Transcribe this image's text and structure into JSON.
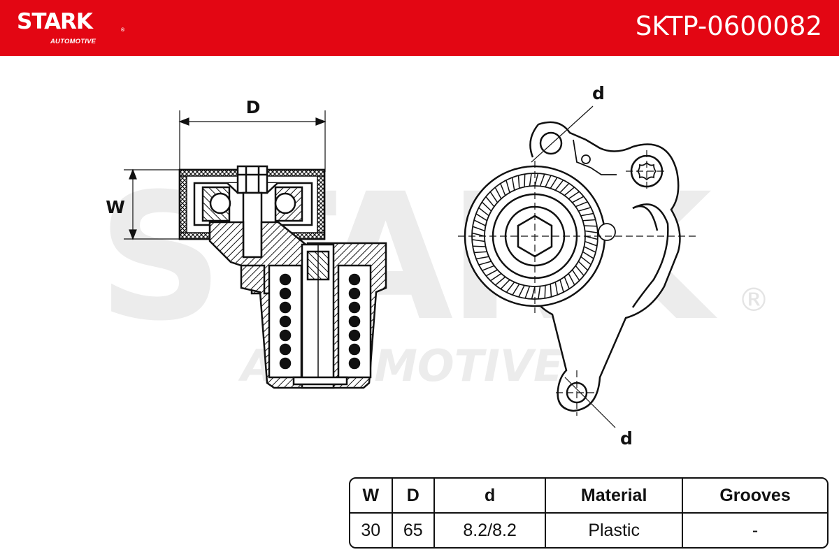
{
  "header": {
    "brand_name": "STARK",
    "brand_reg": "®",
    "brand_sub": "AUTOMOTIVE",
    "part_number": "SKTP-0600082",
    "background_color": "#e30613"
  },
  "watermark": {
    "main": "STARK",
    "sub": "AUTOMOTIVE",
    "reg": "®"
  },
  "drawing": {
    "labels": {
      "width": "W",
      "diameter": "D",
      "bore_top": "d",
      "bore_bottom": "d"
    }
  },
  "spec_table": {
    "headers": [
      "W",
      "D",
      "d",
      "Material",
      "Grooves"
    ],
    "values": [
      "30",
      "65",
      "8.2/8.2",
      "Plastic",
      "-"
    ]
  }
}
